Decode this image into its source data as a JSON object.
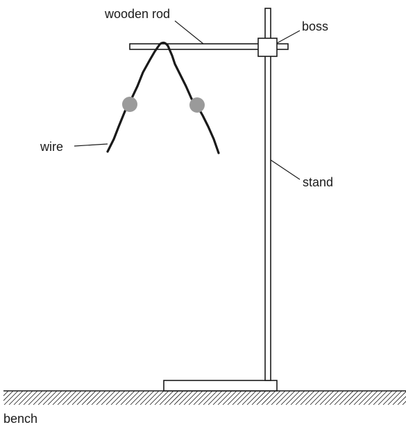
{
  "labels": {
    "wooden_rod": "wooden rod",
    "boss": "boss",
    "wire": "wire",
    "stand": "stand",
    "bench": "bench"
  },
  "colors": {
    "line": "#1a1a1a",
    "bead": "#9a9a9a",
    "background": "#ffffff"
  }
}
